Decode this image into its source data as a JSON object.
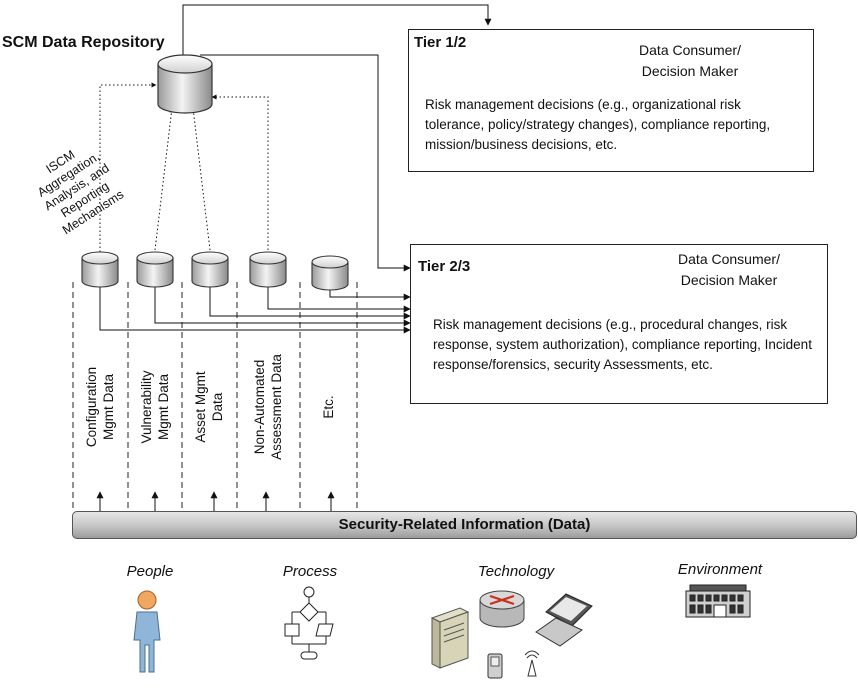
{
  "repository": {
    "title": "SCM Data Repository"
  },
  "mechanisms_label": [
    "ISCM",
    "Aggregation,",
    "Analysis, and",
    "Reporting",
    "Mechanisms"
  ],
  "tier12": {
    "title": "Tier 1/2",
    "consumer": [
      "Data Consumer/",
      "Decision Maker"
    ],
    "text": "Risk management decisions (e.g., organizational risk tolerance, policy/strategy changes), compliance reporting, mission/business decisions, etc."
  },
  "tier23": {
    "title": "Tier 2/3",
    "consumer": [
      "Data Consumer/",
      "Decision Maker"
    ],
    "text": "Risk management decisions (e.g., procedural changes, risk response, system authorization), compliance reporting, Incident response/forensics, security Assessments, etc."
  },
  "columns": [
    [
      "Configuration",
      "Mgmt Data"
    ],
    [
      "Vulnerability",
      "Mgmt Data"
    ],
    [
      "Asset Mgmt",
      "Data"
    ],
    [
      "Non-Automated",
      "Assessment Data"
    ],
    [
      "Etc."
    ]
  ],
  "info_bar": "Security-Related Information (Data)",
  "categories": [
    "People",
    "Process",
    "Technology",
    "Environment"
  ],
  "icons": [
    "database-icon",
    "user-at-computer-icon",
    "person-icon",
    "flowchart-icon",
    "server-icon",
    "router-icon",
    "laptop-icon",
    "mobile-phone-icon",
    "building-icon"
  ]
}
